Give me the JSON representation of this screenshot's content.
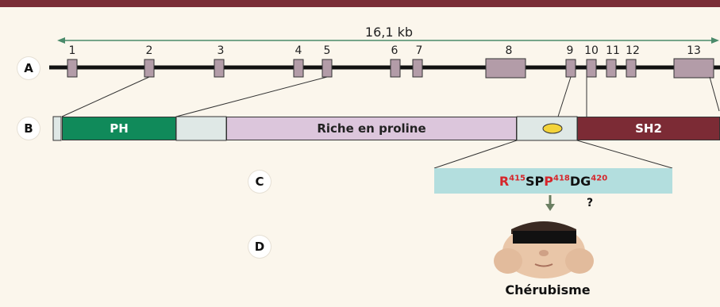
{
  "rows": {
    "a": "A",
    "b": "B",
    "c": "C",
    "d": "D"
  },
  "gene": {
    "span_label": "16,1 kb",
    "exons": [
      "1",
      "2",
      "3",
      "4",
      "5",
      "6",
      "7",
      "8",
      "9",
      "10",
      "11",
      "12",
      "13"
    ]
  },
  "protein": {
    "domains": {
      "ph": "PH",
      "proline": "Riche en proline",
      "sh2": "SH2"
    }
  },
  "sequence": {
    "parts": [
      {
        "aa": "R",
        "num": "415",
        "mutated": true
      },
      {
        "aa": "SP",
        "num": "",
        "mutated": false
      },
      {
        "aa": "P",
        "num": "418",
        "mutated": true
      },
      {
        "aa": "D",
        "num": "",
        "mutated": false
      },
      {
        "aa": "G",
        "num": "420",
        "mutated": true
      }
    ],
    "question_mark": "?"
  },
  "phenotype": {
    "caption": "Chérubisme"
  },
  "colors": {
    "top_rule": "#7a2e36",
    "exon": "#b39ca8",
    "ph": "#108a5a",
    "proline": "#dcc6dc",
    "linker": "#dfe8e6",
    "sh2": "#7c2b35",
    "sequence_box": "#b3dede",
    "mutated_residue": "#d6262b",
    "arrow": "#6b7f62",
    "ellipse": "#f3d33a"
  }
}
